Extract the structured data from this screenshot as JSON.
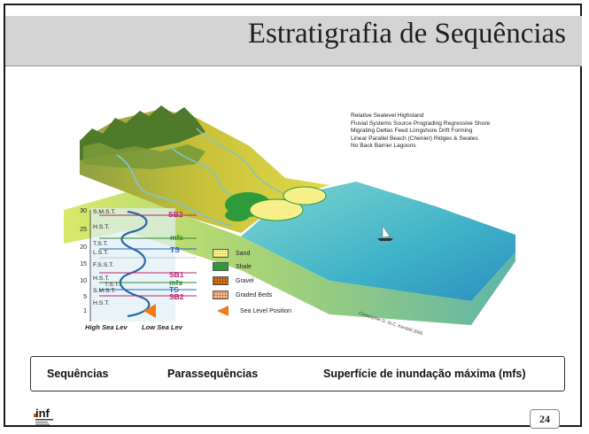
{
  "slide": {
    "title": "Estratigrafia de Sequências",
    "page_number": "24",
    "logo_text": "inf"
  },
  "figure": {
    "notes": [
      "Relative Sealevel Highstand",
      "Fluvial Systems Source Prograding Regressive Shore",
      "Migrating Deltas Feed Longshore Drift Forming",
      "Linear Parallel Beach (Chenier) Ridges & Swales",
      "No Back Barrier Lagoons"
    ],
    "legend": [
      {
        "label": "Sand",
        "color": "#f7f08a"
      },
      {
        "label": "Shale",
        "color": "#2e9a3a"
      },
      {
        "label": "Gravel",
        "color": "#e07a1a"
      },
      {
        "label": "Graded Beds",
        "color": "#f6b98a"
      },
      {
        "label": "Sea Level Position",
        "color": "#f07a1a"
      }
    ],
    "axis_ticks": [
      "30",
      "25",
      "20",
      "15",
      "10",
      "5",
      "1"
    ],
    "systems_tracts": [
      "S.M.S.T.",
      "H.S.T.",
      "T.S.T.",
      "L.S.T.",
      "F.S.S.T.",
      "H.S.T.",
      "T.S.T.",
      "S.M.S.T.",
      "H.S.T."
    ],
    "surfaces": {
      "sb2_top": "SB2",
      "mfs_top": "mfs",
      "ts_top": "TS",
      "sb1": "SB1",
      "mfs_low": "mfs",
      "ts_low": "TS",
      "sb2_low": "SB2"
    },
    "bottom_left": "High Sea Lev",
    "bottom_right": "Low Sea Lev",
    "credit": "Christopher G. St.C. Kendall 2006"
  },
  "footer_box": {
    "item1": "Sequências",
    "item2": "Parassequências",
    "item3": "Superfície de inundação máxima (mfs)"
  }
}
